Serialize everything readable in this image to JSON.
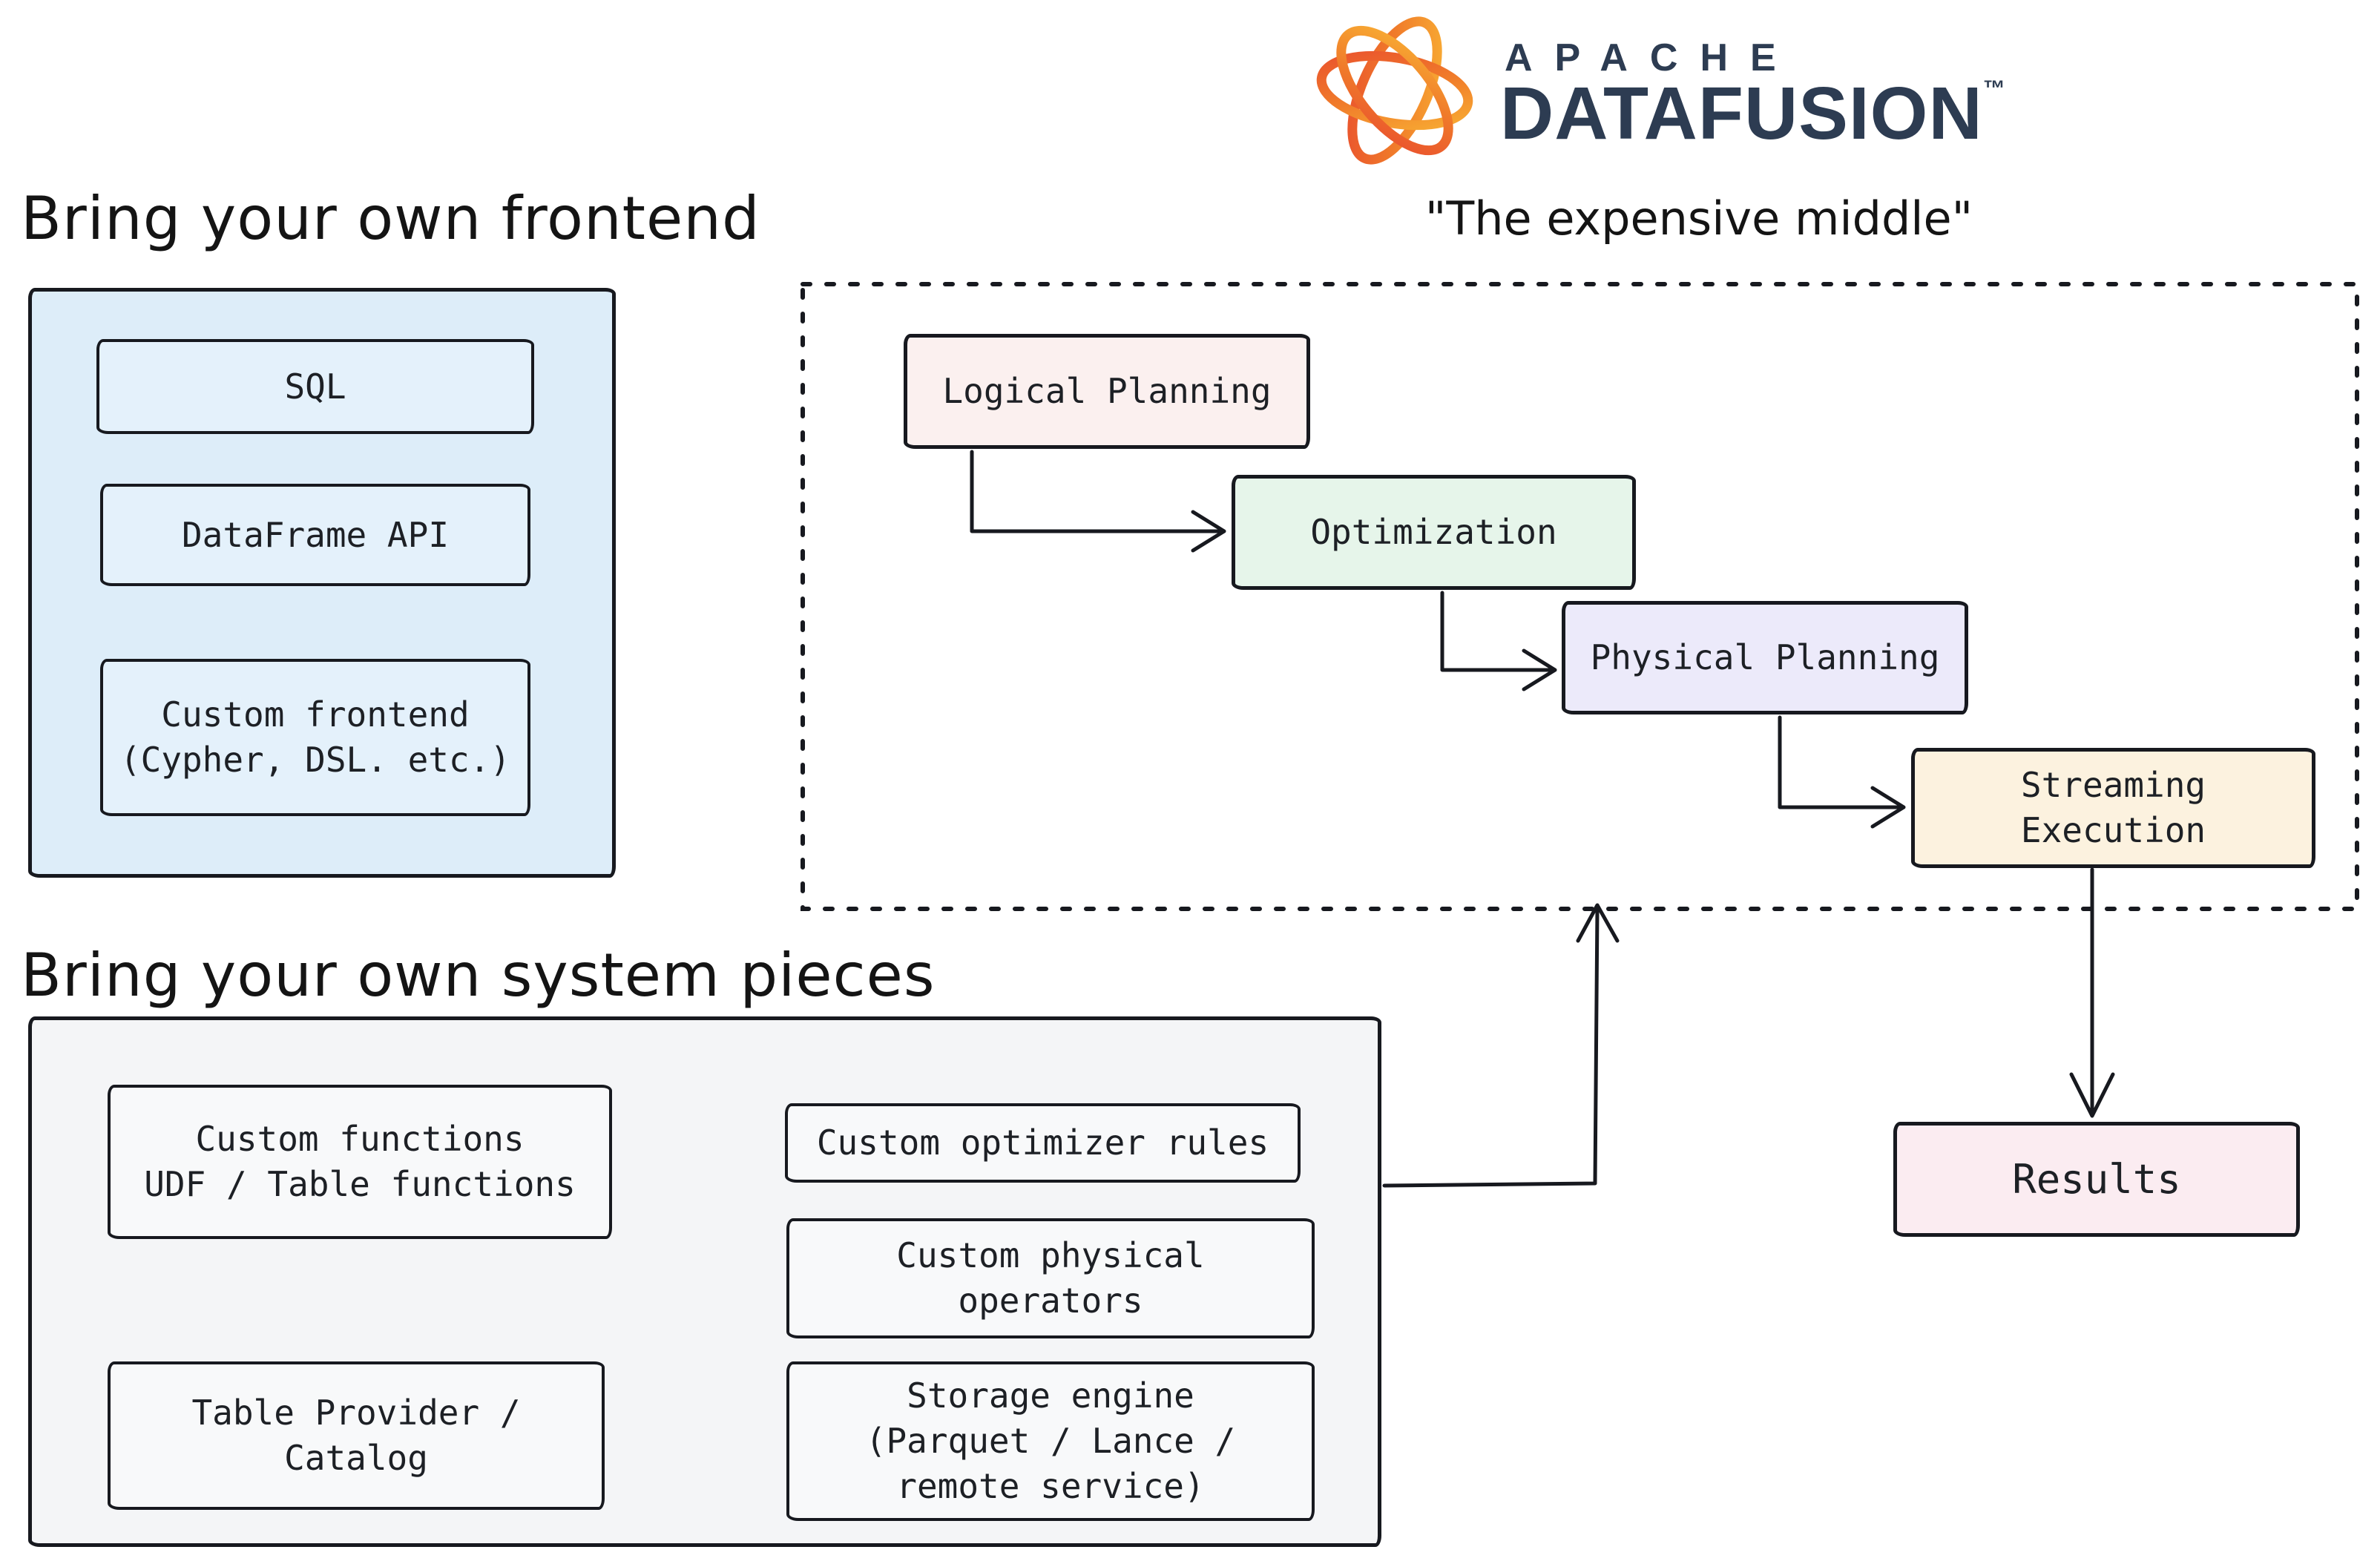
{
  "header": {
    "apache": "APACHE",
    "product": "DATAFUSION",
    "trademark": "™",
    "tagline": "\"The expensive middle\""
  },
  "frontend": {
    "title": "Bring your own frontend",
    "items": [
      {
        "name": "sql",
        "lines": [
          "SQL"
        ]
      },
      {
        "name": "dataframe-api",
        "lines": [
          "DataFrame API"
        ]
      },
      {
        "name": "custom-frontend",
        "lines": [
          "Custom frontend",
          "(Cypher, DSL. etc.)"
        ]
      }
    ]
  },
  "pipeline": {
    "stages": [
      {
        "name": "logical-planning",
        "lines": [
          "Logical Planning"
        ]
      },
      {
        "name": "optimization",
        "lines": [
          "Optimization"
        ]
      },
      {
        "name": "physical-planning",
        "lines": [
          "Physical Planning"
        ]
      },
      {
        "name": "streaming-execution",
        "lines": [
          "Streaming",
          "Execution"
        ]
      }
    ]
  },
  "system": {
    "title": "Bring your own system pieces",
    "items": [
      {
        "name": "custom-functions",
        "lines": [
          "Custom functions",
          "UDF / Table functions"
        ]
      },
      {
        "name": "table-provider",
        "lines": [
          "Table Provider /",
          "Catalog"
        ]
      },
      {
        "name": "custom-optimizer-rules",
        "lines": [
          "Custom optimizer rules"
        ]
      },
      {
        "name": "custom-physical-operators",
        "lines": [
          "Custom physical",
          "operators"
        ]
      },
      {
        "name": "storage-engine",
        "lines": [
          "Storage engine",
          "(Parquet / Lance /",
          "remote service)"
        ]
      }
    ]
  },
  "results": {
    "label": "Results"
  },
  "colors": {
    "stroke": "#17191f",
    "frontend_fill": "#ddedf9",
    "frontend_inner_fill": "#e4f1fb",
    "system_fill": "#f4f5f7",
    "system_inner_fill": "#f8f9fa",
    "logical_fill": "#fbf0ef",
    "optimization_fill": "#e6f5ea",
    "physical_fill": "#eceafa",
    "streaming_fill": "#fcf2df",
    "results_fill": "#fbecf1",
    "brand_navy": "#2d3c52",
    "brand_orange_light": "#f9b234",
    "brand_orange_deep": "#e94e2e"
  }
}
